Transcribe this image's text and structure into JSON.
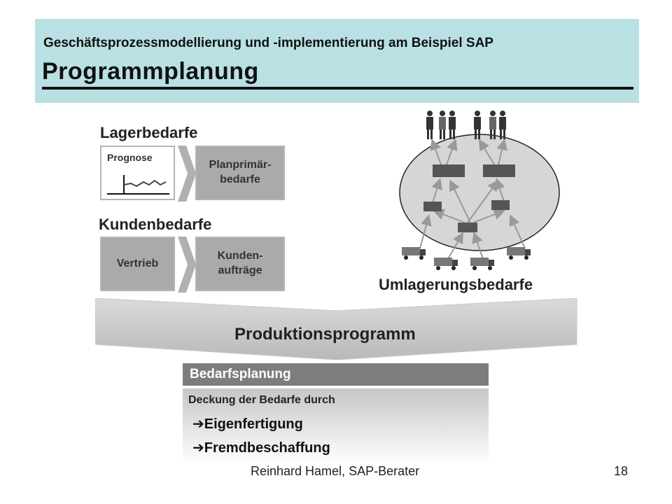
{
  "header": {
    "subtitle": "Geschäftsprozessmodellierung und -implementierung am Beispiel SAP",
    "title": "Programmplanung"
  },
  "lagerbedarfe": {
    "label": "Lagerbedarfe",
    "box1": "Prognose",
    "box2_line1": "Planprimär-",
    "box2_line2": "bedarfe"
  },
  "kundenbedarfe": {
    "label": "Kundenbedarfe",
    "box1": "Vertrieb",
    "box2_line1": "Kunden-",
    "box2_line2": "aufträge"
  },
  "umlagerung": {
    "label": "Umlagerungsbedarfe"
  },
  "produktion": {
    "label": "Produktionsprogramm"
  },
  "bedarfsplanung": {
    "header": "Bedarfsplanung",
    "intro": "Deckung der Bedarfe durch",
    "items": [
      "Eigenfertigung",
      "Fremdbeschaffung"
    ],
    "arrow_glyph": "➔"
  },
  "footer": {
    "author": "Reinhard Hamel, SAP-Berater",
    "page": "18"
  }
}
